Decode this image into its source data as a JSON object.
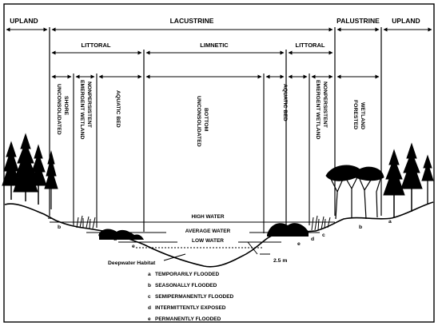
{
  "zones": {
    "upland_left": "UPLAND",
    "lacustrine": "LACUSTRINE",
    "palustrine": "PALUSTRINE",
    "upland_right": "UPLAND"
  },
  "subzones": {
    "littoral_left": "LITTORAL",
    "limnetic": "LIMNETIC",
    "littoral_right": "LITTORAL"
  },
  "classes": {
    "unconsolidated_shore": [
      "UNCONSOLIDATED",
      "SHORE"
    ],
    "emergent_left": [
      "EMERGENT WETLAND",
      "NONPERSISTENT"
    ],
    "aquatic_bed_left": "AQUATIC BED",
    "unconsolidated_bottom": [
      "UNCONSOLIDATED",
      "BOTTOM"
    ],
    "aquatic_bed_right": "AQUATIC BED",
    "emergent_right": [
      "EMERGENT WETLAND",
      "NONPERSISTENT"
    ],
    "forested_wetland": [
      "FORESTED",
      "WETLAND"
    ]
  },
  "water_levels": {
    "high": "HIGH WATER",
    "average": "AVERAGE WATER",
    "low": "LOW WATER"
  },
  "depth_label": "2.5 m",
  "deepwater_label": "Deepwater Habitat",
  "marker_letters": [
    "a",
    "b",
    "c",
    "d",
    "e"
  ],
  "legend": [
    {
      "letter": "a",
      "text": "TEMPORARILY FLOODED"
    },
    {
      "letter": "b",
      "text": "SEASONALLY FLOODED"
    },
    {
      "letter": "c",
      "text": "SEMIPERMANENTLY FLOODED"
    },
    {
      "letter": "d",
      "text": "INTERMITTENTLY EXPOSED"
    },
    {
      "letter": "e",
      "text": "PERMANENTLY FLOODED"
    }
  ]
}
